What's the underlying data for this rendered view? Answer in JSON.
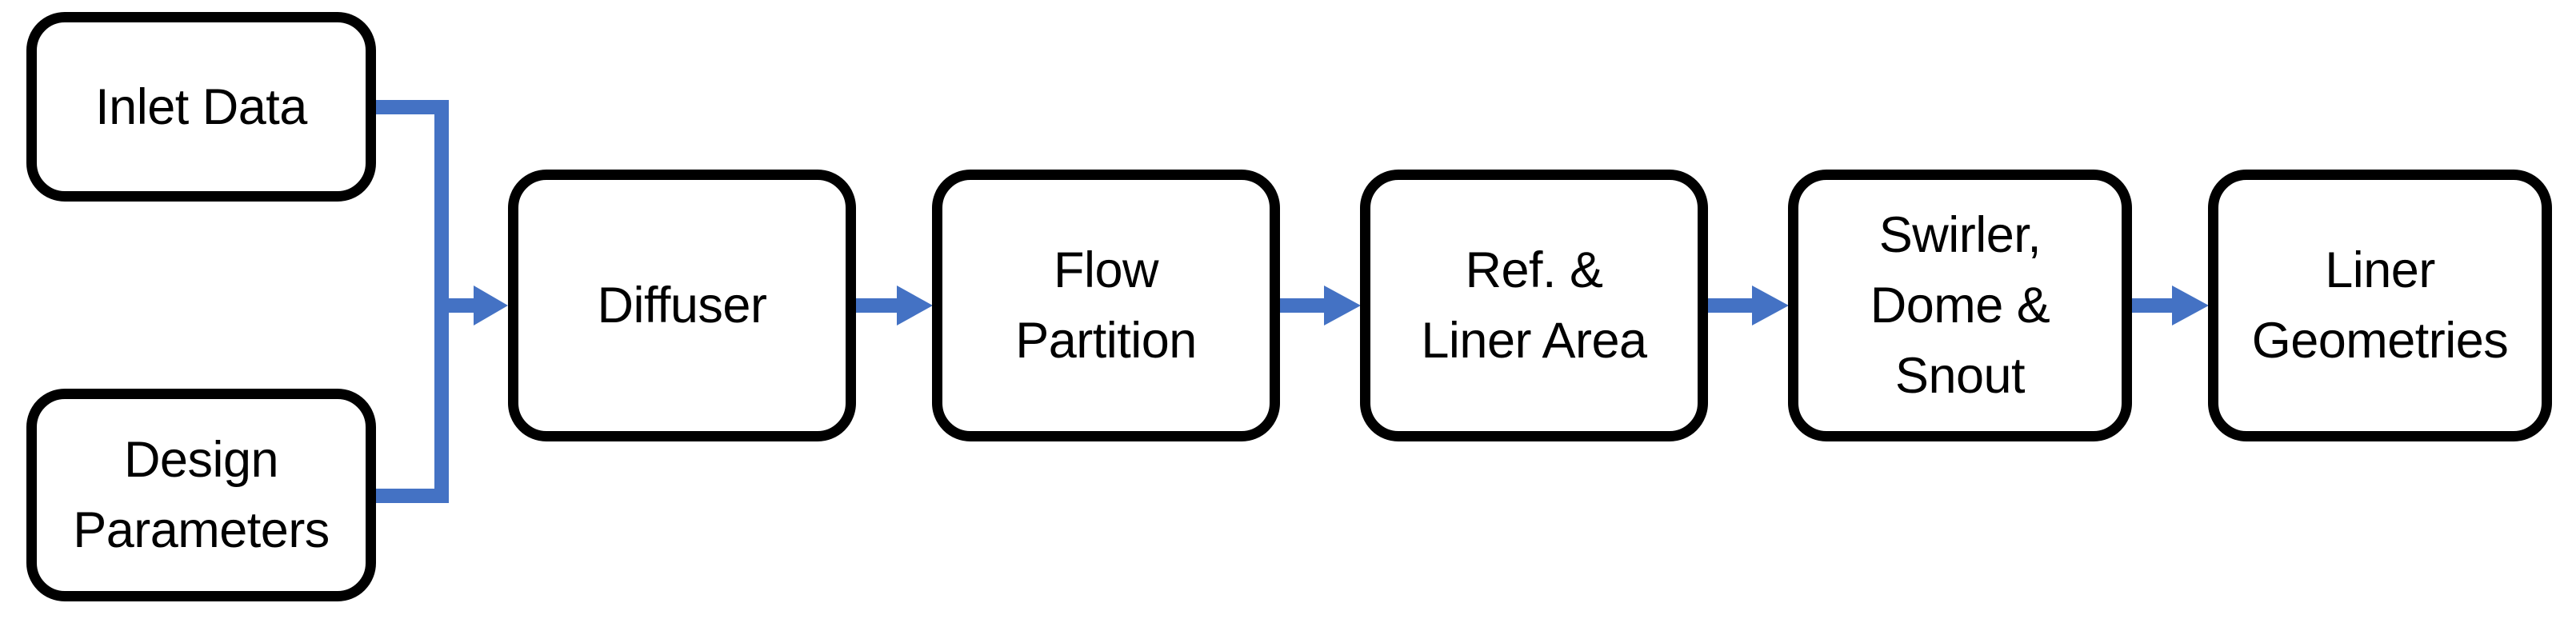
{
  "diagram": {
    "type": "flowchart",
    "description": "Combustor preliminary design procedure flowchart",
    "colors": {
      "connector_blue": "#4472C4",
      "box_border": "#000000",
      "box_fill": "#ffffff",
      "text": "#000000",
      "background": "#ffffff"
    },
    "nodes": {
      "inlet_data": {
        "label": "Inlet Data",
        "lines": [
          "Inlet Data"
        ]
      },
      "design_parameters": {
        "label": "Design Parameters",
        "lines": [
          "Design",
          "Parameters"
        ]
      },
      "diffuser": {
        "label": "Diffuser",
        "lines": [
          "Diffuser"
        ]
      },
      "flow_partition": {
        "label": "Flow Partition",
        "lines": [
          "Flow",
          "Partition"
        ]
      },
      "ref_liner_area": {
        "label": "Ref. & Liner Area",
        "lines": [
          "Ref. &",
          "Liner Area"
        ]
      },
      "swirler_dome_snout": {
        "label": "Swirler, Dome & Snout",
        "lines": [
          "Swirler,",
          "Dome &",
          "Snout"
        ]
      },
      "liner_geometries": {
        "label": "Liner Geometries",
        "lines": [
          "Liner",
          "Geometries"
        ]
      }
    },
    "edges": [
      {
        "from": "inlet_data",
        "to": "diffuser",
        "style": "elbow-merge-arrow"
      },
      {
        "from": "design_parameters",
        "to": "diffuser",
        "style": "elbow-merge-arrow"
      },
      {
        "from": "diffuser",
        "to": "flow_partition",
        "style": "straight-arrow"
      },
      {
        "from": "flow_partition",
        "to": "ref_liner_area",
        "style": "straight-arrow"
      },
      {
        "from": "ref_liner_area",
        "to": "swirler_dome_snout",
        "style": "straight-arrow"
      },
      {
        "from": "swirler_dome_snout",
        "to": "liner_geometries",
        "style": "straight-arrow"
      }
    ]
  }
}
